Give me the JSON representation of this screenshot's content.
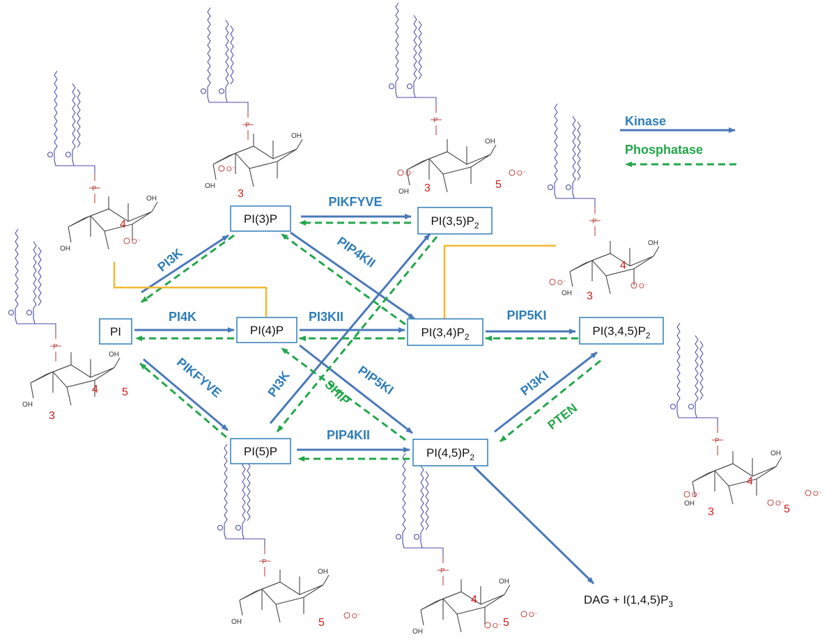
{
  "legend": {
    "kinase": "Kinase",
    "phosphatase": "Phosphatase"
  },
  "nodes": {
    "pi": "PI",
    "pi3p": "PI(3)P",
    "pi4p": "PI(4)P",
    "pi5p": "PI(5)P",
    "pi35p2": "PI(3,5)P",
    "pi34p2": "PI(3,4)P",
    "pi45p2": "PI(4,5)P",
    "pi345p3": "PI(3,4,5)P",
    "dag_products": "DAG + I(1,4,5)P",
    "subscript_2": "2",
    "subscript_3": "3"
  },
  "enzymes": {
    "pi3k_top": "PI3K",
    "pi4k": "PI4K",
    "pikfyve_bottom": "PIKFYVE",
    "pikfyve_top": "PIKFYVE",
    "pip4kii_top": "PIP4KII",
    "pi3kii": "PI3KII",
    "pip5ki_right": "PIP5KI",
    "pip5ki_mid": "PIP5KI",
    "pi3k_mid": "PI3K",
    "ship": "SHIP",
    "pip4kii_bottom": "PIP4KII",
    "pi3ki": "PI3KI",
    "pten": "PTEN"
  },
  "structures": {
    "oh": "OH",
    "o": "O",
    "p": "P",
    "o_minus": "O⁻",
    "labels": {
      "pi": [
        "3",
        "4",
        "5"
      ],
      "pi3p": [
        "3"
      ],
      "pi4p": [
        "4"
      ],
      "pi35p2": [
        "3",
        "5"
      ],
      "pi34p2": [
        "3",
        "4"
      ],
      "pi5p": [
        "5"
      ],
      "pi45p2": [
        "4",
        "5"
      ],
      "pi345p3": [
        "3",
        "4",
        "5"
      ]
    }
  },
  "colors": {
    "kinase": "#2e7db8",
    "kinase_arrow": "#4a78b8",
    "phosphatase": "#22a64a",
    "connector": "#f5b82e",
    "lipid_chain": "#4a4aa8",
    "phosphate": "#c04545",
    "position_number": "#d01a1a"
  }
}
